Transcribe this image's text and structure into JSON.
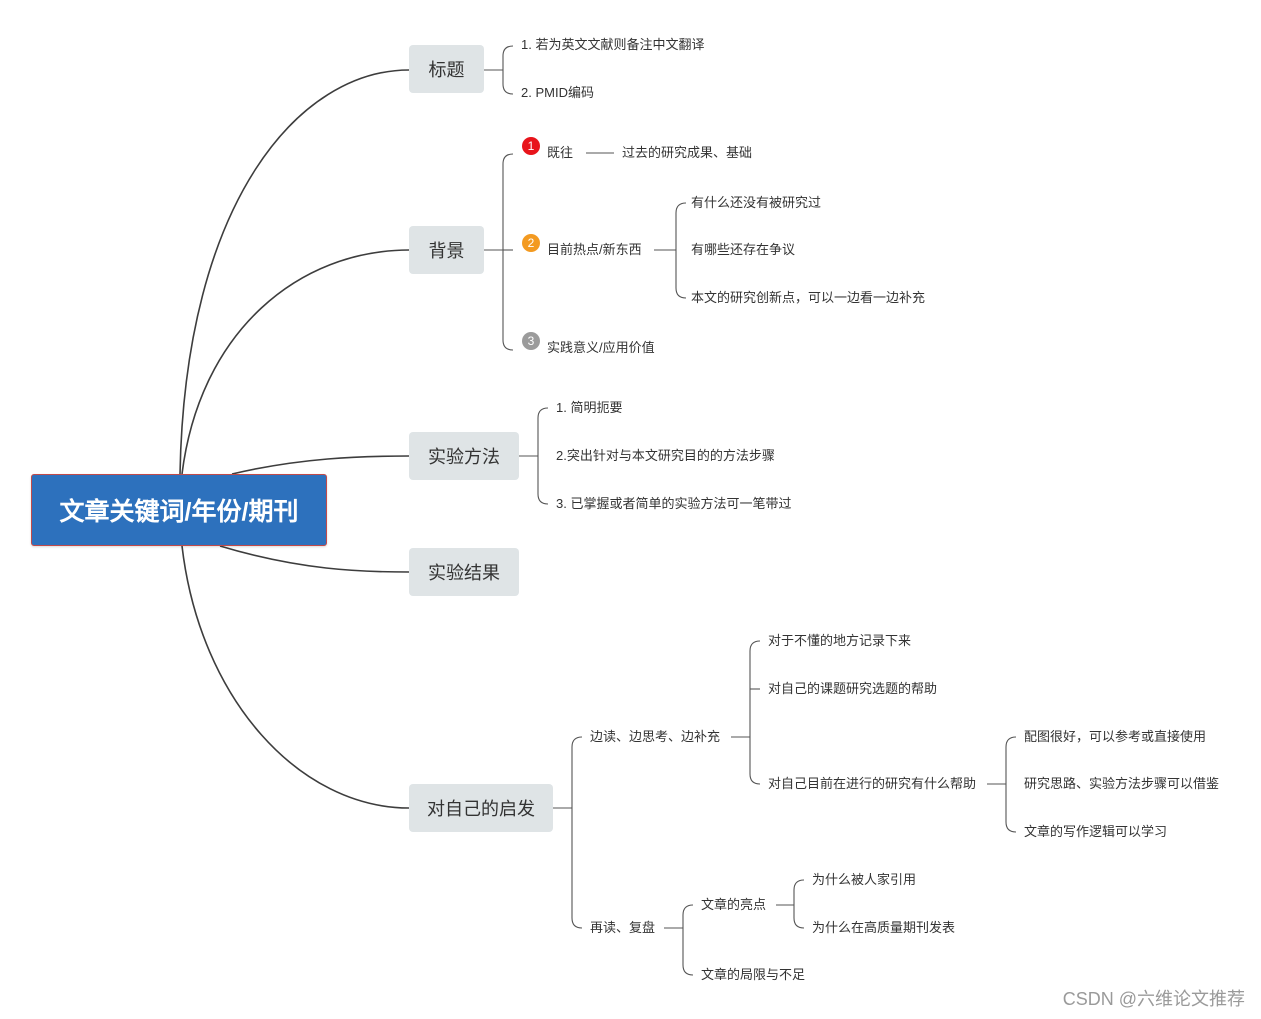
{
  "root": "文章关键词/年份/期刊",
  "branches": {
    "title": {
      "label": "标题",
      "items": [
        "1. 若为英文文献则备注中文翻译",
        "2. PMID编码"
      ]
    },
    "background": {
      "label": "背景",
      "item1": {
        "badge": "1",
        "label": "既往",
        "detail": "过去的研究成果、基础"
      },
      "item2": {
        "badge": "2",
        "label": "目前热点/新东西",
        "children": [
          "有什么还没有被研究过",
          "有哪些还存在争议",
          "本文的研究创新点，可以一边看一边补充"
        ]
      },
      "item3": {
        "badge": "3",
        "label": "实践意义/应用价值"
      }
    },
    "methods": {
      "label": "实验方法",
      "items": [
        "1. 简明扼要",
        "2.突出针对与本文研究目的的方法步骤",
        "3. 已掌握或者简单的实验方法可一笔带过"
      ]
    },
    "results": {
      "label": "实验结果"
    },
    "insights": {
      "label": "对自己的启发",
      "read": {
        "label": "边读、边思考、边补充",
        "children": [
          "对于不懂的地方记录下来",
          "对自己的课题研究选题的帮助"
        ],
        "help": {
          "label": "对自己目前在进行的研究有什么帮助",
          "children": [
            "配图很好，可以参考或直接使用",
            "研究思路、实验方法步骤可以借鉴",
            "文章的写作逻辑可以学习"
          ]
        }
      },
      "reread": {
        "label": "再读、复盘",
        "highlight": {
          "label": "文章的亮点",
          "children": [
            "为什么被人家引用",
            "为什么在高质量期刊发表"
          ]
        },
        "limits": "文章的局限与不足"
      }
    }
  },
  "watermark": "CSDN @六维论文推荐",
  "colors": {
    "root_fill": "#2d71bd",
    "branch_fill": "#dfe4e6",
    "badge_1": "#e8141b",
    "badge_2": "#f39a21",
    "badge_3": "#9b9b9b"
  }
}
